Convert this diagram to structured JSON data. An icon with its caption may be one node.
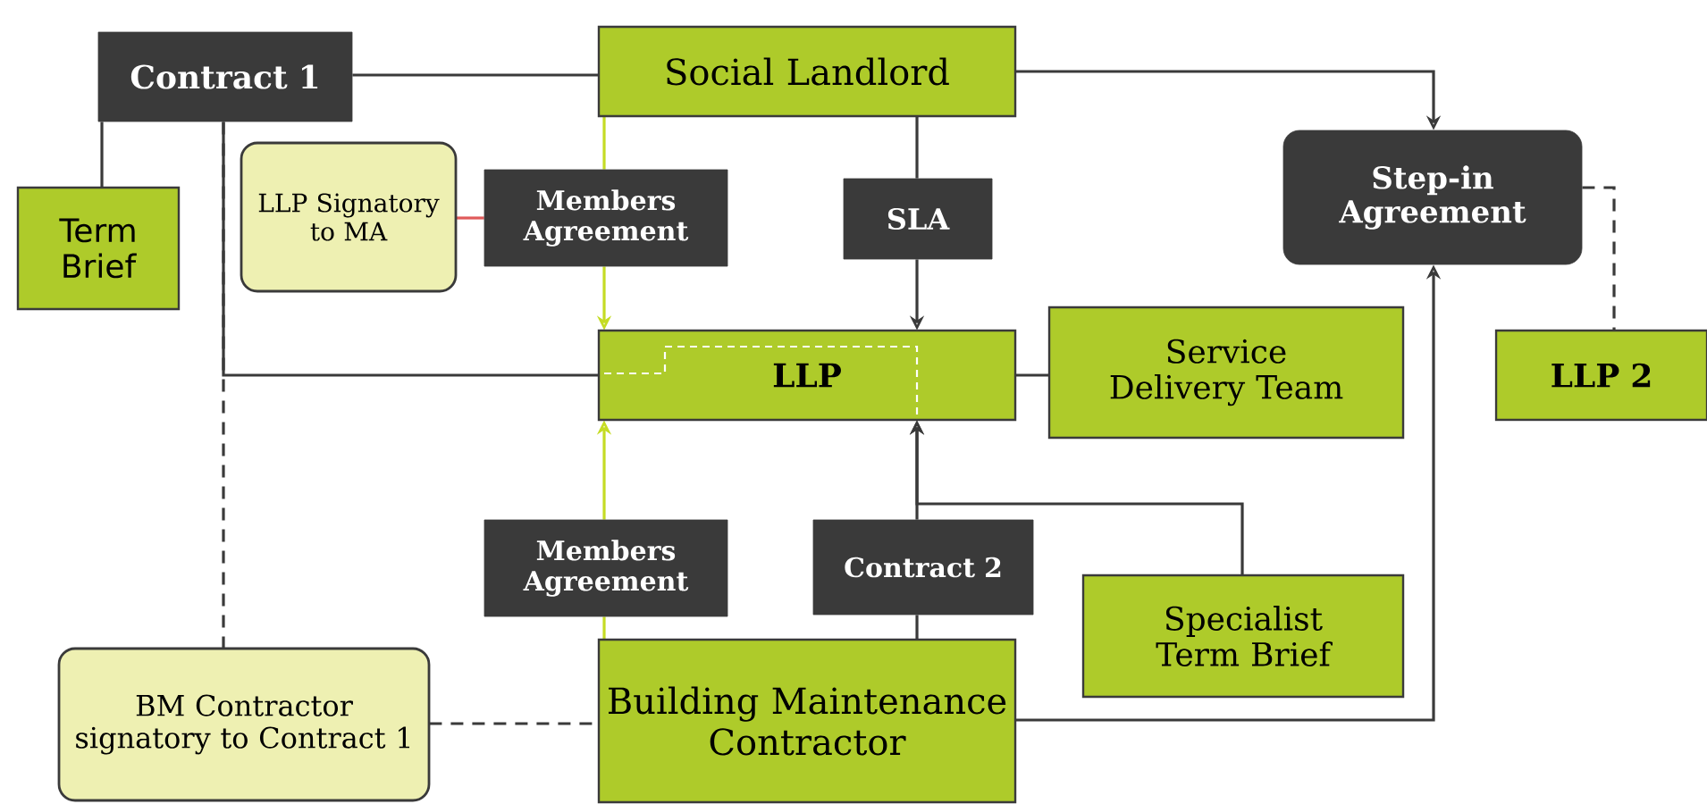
{
  "diagram": {
    "nodes": [
      {
        "text": [
          "Contract 1"
        ]
      },
      {
        "text": [
          "Social Landlord"
        ]
      },
      {
        "text": [
          "Term Brief"
        ]
      },
      {
        "text": [
          "LLP Signatory to MA"
        ]
      },
      {
        "text": [
          "Members Agreement"
        ]
      },
      {
        "text": [
          "SLA"
        ]
      },
      {
        "text": [
          "Step-in Agreement"
        ]
      },
      {
        "text": [
          "LLP"
        ]
      },
      {
        "text": [
          "Service Delivery Team"
        ]
      },
      {
        "text": [
          "LLP 2"
        ]
      },
      {
        "text": [
          "Members Agreement"
        ]
      },
      {
        "text": [
          "Contract 2"
        ]
      },
      {
        "text": [
          "Specialist Term Brief"
        ]
      },
      {
        "text": [
          "BM Contractor signatory to Contract 1"
        ]
      },
      {
        "text": [
          "Building Maintenance Contractor"
        ]
      }
    ],
    "edges": [
      {
        "from": 0,
        "to": 1,
        "arrow": "none"
      },
      {
        "from": 0,
        "to": 2,
        "arrow": "none"
      },
      {
        "from": 0,
        "to": 7,
        "arrow": "none"
      },
      {
        "from": 0,
        "to": 13,
        "arrow": "none",
        "style": "dashed"
      },
      {
        "from": 1,
        "to": 6,
        "arrow": "to"
      },
      {
        "from": 1,
        "to": 4,
        "arrow": "none",
        "color": "#c5dc24"
      },
      {
        "from": 4,
        "to": 7,
        "arrow": "to",
        "color": "#c5dc24"
      },
      {
        "from": 1,
        "to": 5,
        "arrow": "none"
      },
      {
        "from": 5,
        "to": 7,
        "arrow": "to"
      },
      {
        "from": 3,
        "to": 4,
        "arrow": "none",
        "color": "#e05a5a"
      },
      {
        "from": 7,
        "to": 8,
        "arrow": "none"
      },
      {
        "from": 6,
        "to": 9,
        "arrow": "none",
        "style": "dashed"
      },
      {
        "from": 14,
        "to": 10,
        "arrow": "none",
        "color": "#c5dc24"
      },
      {
        "from": 10,
        "to": 7,
        "arrow": "to",
        "color": "#c5dc24"
      },
      {
        "from": 14,
        "to": 11,
        "arrow": "none"
      },
      {
        "from": 11,
        "to": 7,
        "arrow": "to"
      },
      {
        "from": 12,
        "to": 7,
        "arrow": "to"
      },
      {
        "from": 14,
        "to": 6,
        "arrow": "to"
      },
      {
        "from": 13,
        "to": 14,
        "arrow": "none",
        "style": "dashed"
      }
    ]
  }
}
